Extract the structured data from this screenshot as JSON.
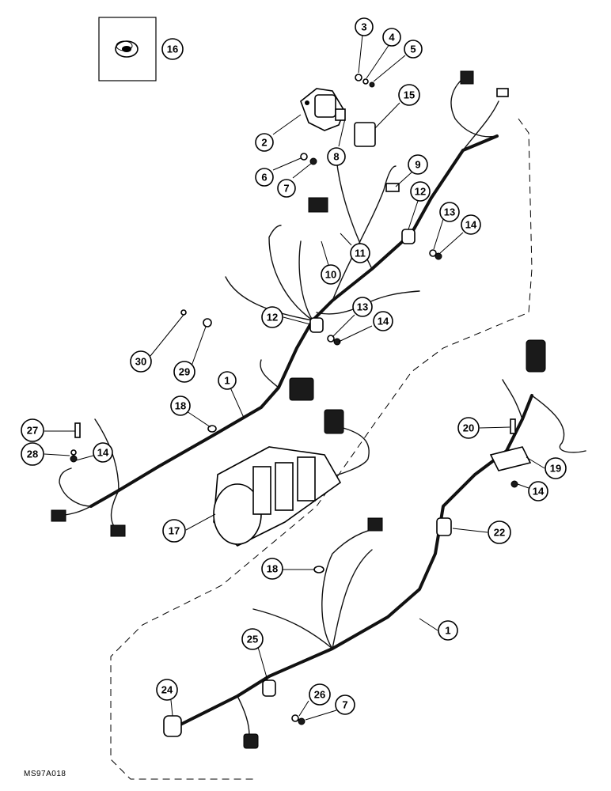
{
  "figure_code": "MS97A018",
  "callouts": [
    {
      "label": "16"
    },
    {
      "label": "3"
    },
    {
      "label": "4"
    },
    {
      "label": "5"
    },
    {
      "label": "15"
    },
    {
      "label": "2"
    },
    {
      "label": "8"
    },
    {
      "label": "6"
    },
    {
      "label": "7"
    },
    {
      "label": "9"
    },
    {
      "label": "12"
    },
    {
      "label": "13"
    },
    {
      "label": "14"
    },
    {
      "label": "11"
    },
    {
      "label": "10"
    },
    {
      "label": "12"
    },
    {
      "label": "13"
    },
    {
      "label": "14"
    },
    {
      "label": "30"
    },
    {
      "label": "29"
    },
    {
      "label": "1"
    },
    {
      "label": "18"
    },
    {
      "label": "27"
    },
    {
      "label": "28"
    },
    {
      "label": "14"
    },
    {
      "label": "17"
    },
    {
      "label": "20"
    },
    {
      "label": "19"
    },
    {
      "label": "14"
    },
    {
      "label": "22"
    },
    {
      "label": "18"
    },
    {
      "label": "1"
    },
    {
      "label": "25"
    },
    {
      "label": "26"
    },
    {
      "label": "7"
    },
    {
      "label": "24"
    }
  ]
}
